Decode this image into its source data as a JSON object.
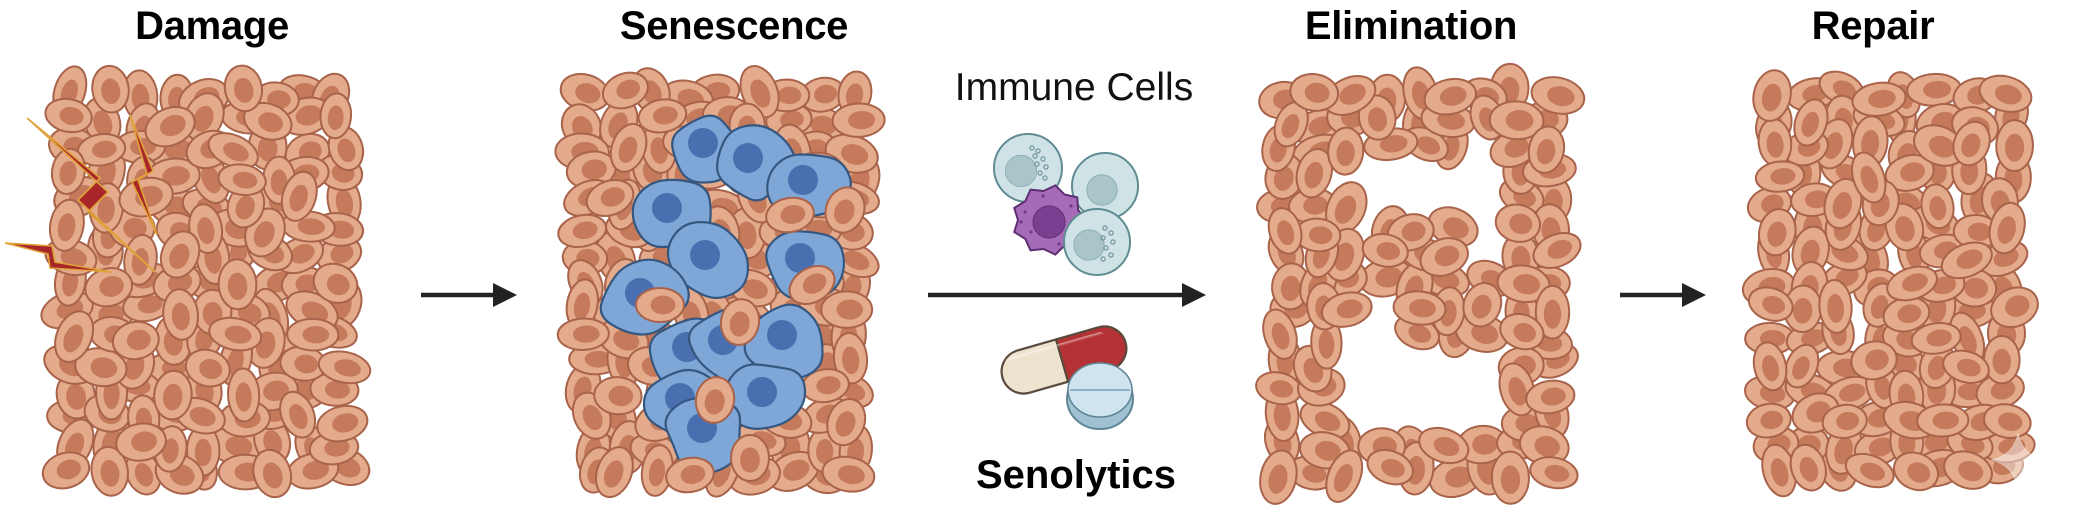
{
  "figure": {
    "description": "Tissue damage, senescence, elimination and repair pathway",
    "colors": {
      "background": "#ffffff",
      "cell_body": "#E3AA8B",
      "cell_nucleus": "#C47A5B",
      "cell_outline": "#A8634A",
      "senescent_body": "#7EA7D8",
      "senescent_nucleus": "#4A6FB0",
      "senescent_outline": "#35577F",
      "damage_bolt": "#A8262A",
      "damage_bolt_edge": "#E0A23A",
      "arrow": "#222222",
      "immune_cell_body": "#CFE3E6",
      "immune_cell_nucleus": "#A9C5CA",
      "immune_cell_outline": "#5E8C92",
      "macrophage_body": "#A66BB8",
      "macrophage_nucleus": "#7A3F91",
      "macrophage_outline": "#5E2E72",
      "capsule_light": "#EDE3CF",
      "capsule_dark": "#B53234",
      "capsule_outline": "#5A4A3E",
      "tablet_body": "#CFE4EE",
      "tablet_edge": "#9FC1D1",
      "tablet_outline": "#5F8798"
    }
  },
  "stages": [
    {
      "id": "damage",
      "title": "Damage",
      "feature": "damage-lightning"
    },
    {
      "id": "senescence",
      "title": "Senescence",
      "feature": "senescent-cells"
    },
    {
      "id": "elimination",
      "title": "Elimination",
      "feature": "cleared-gap"
    },
    {
      "id": "repair",
      "title": "Repair",
      "feature": "restored-tissue"
    }
  ],
  "interventions": {
    "immune": {
      "label": "Immune Cells"
    },
    "senolytics": {
      "label": "Senolytics"
    }
  },
  "arrows": [
    {
      "from": "damage",
      "to": "senescence"
    },
    {
      "from": "senescence",
      "to": "elimination",
      "via": [
        "immune",
        "senolytics"
      ]
    },
    {
      "from": "elimination",
      "to": "repair"
    }
  ]
}
